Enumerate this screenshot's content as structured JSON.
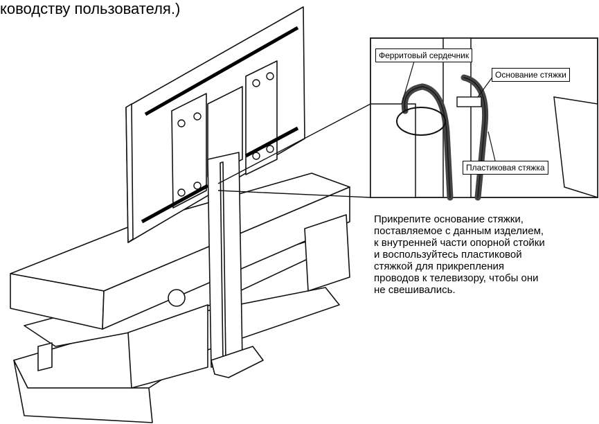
{
  "header": {
    "top_text": "ководству пользователя.)"
  },
  "callouts": {
    "ferrite_core": "Ферритовый сердечник",
    "tie_base": "Основание стяжки",
    "plastic_tie": "Пластиковая стяжка"
  },
  "caption": {
    "lines": [
      "Прикрепите основание стяжки,",
      "поставляемое с данным изделием,",
      "к внутренней части опорной стойки",
      "и воспользуйтесь пластиковой",
      "стяжкой для прикрепления",
      "проводов к телевизору, чтобы они",
      "не свешивались."
    ]
  }
}
